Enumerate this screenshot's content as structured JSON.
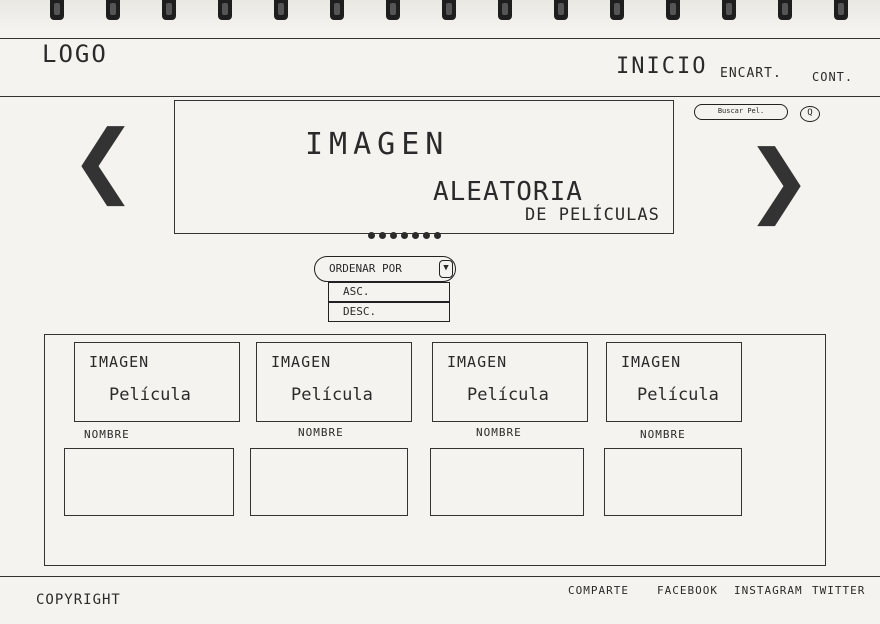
{
  "header": {
    "logo": "LOGO",
    "nav": [
      "INICIO",
      "ENCART.",
      "CONT."
    ],
    "search_label": "Buscar Pel.",
    "search_icon": "search-icon"
  },
  "hero": {
    "line1": "IMAGEN",
    "line2": "ALEATORIA",
    "line3": "DE PELÍCULAS",
    "slide_count": 7
  },
  "sort": {
    "label": "ORDENAR POR",
    "options": [
      "ASC.",
      "DESC."
    ]
  },
  "cards": [
    {
      "image_line1": "IMAGEN",
      "image_line2": "Película",
      "name": "NOMBRE"
    },
    {
      "image_line1": "IMAGEN",
      "image_line2": "Película",
      "name": "NOMBRE"
    },
    {
      "image_line1": "IMAGEN",
      "image_line2": "Película",
      "name": "NOMBRE"
    },
    {
      "image_line1": "IMAGEN",
      "image_line2": "Película",
      "name": "NOMBRE"
    }
  ],
  "footer": {
    "copyright": "COPYRIGHT",
    "links": [
      "COMPARTE",
      "FACEBOOK",
      "INSTAGRAM",
      "TWITTER"
    ]
  }
}
